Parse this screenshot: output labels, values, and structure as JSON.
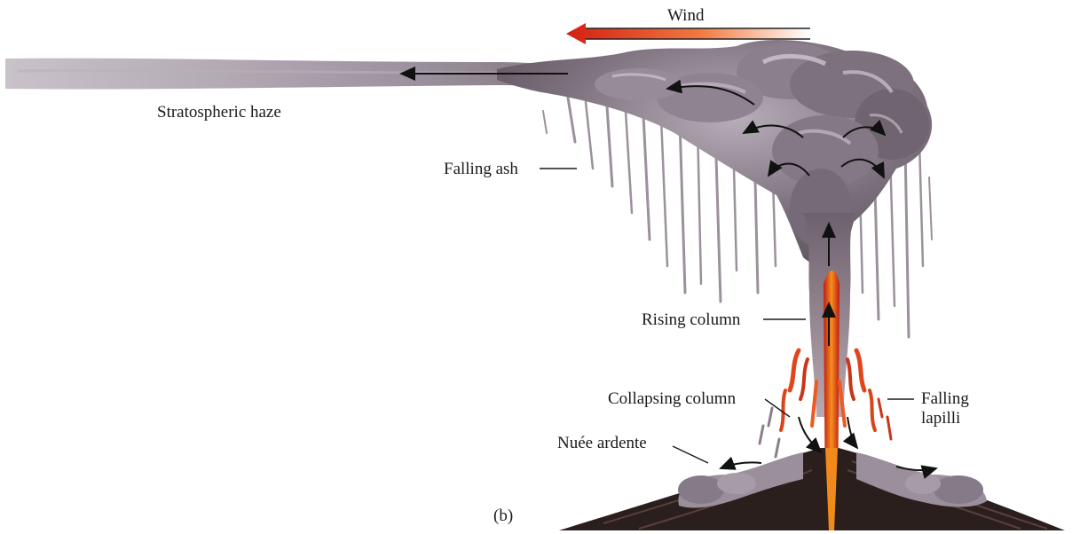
{
  "figure_label": "(b)",
  "labels": {
    "wind": "Wind",
    "stratospheric_haze": "Stratospheric haze",
    "falling_ash": "Falling ash",
    "rising_column": "Rising column",
    "collapsing_column": "Collapsing column",
    "nuee_ardente": "Nuée ardente",
    "falling_lapilli_line1": "Falling",
    "falling_lapilli_line2": "lapilli"
  },
  "colors": {
    "ash_cloud": "#6f6470",
    "ash_highlight": "#c9c2cc",
    "haze": "#9b8f9c",
    "lava": "#d82418",
    "lava_core": "#f08a1c",
    "ground": "#2b1f1e",
    "wind_arrow_start": "#d51e12",
    "wind_arrow_end": "#ffffff"
  }
}
